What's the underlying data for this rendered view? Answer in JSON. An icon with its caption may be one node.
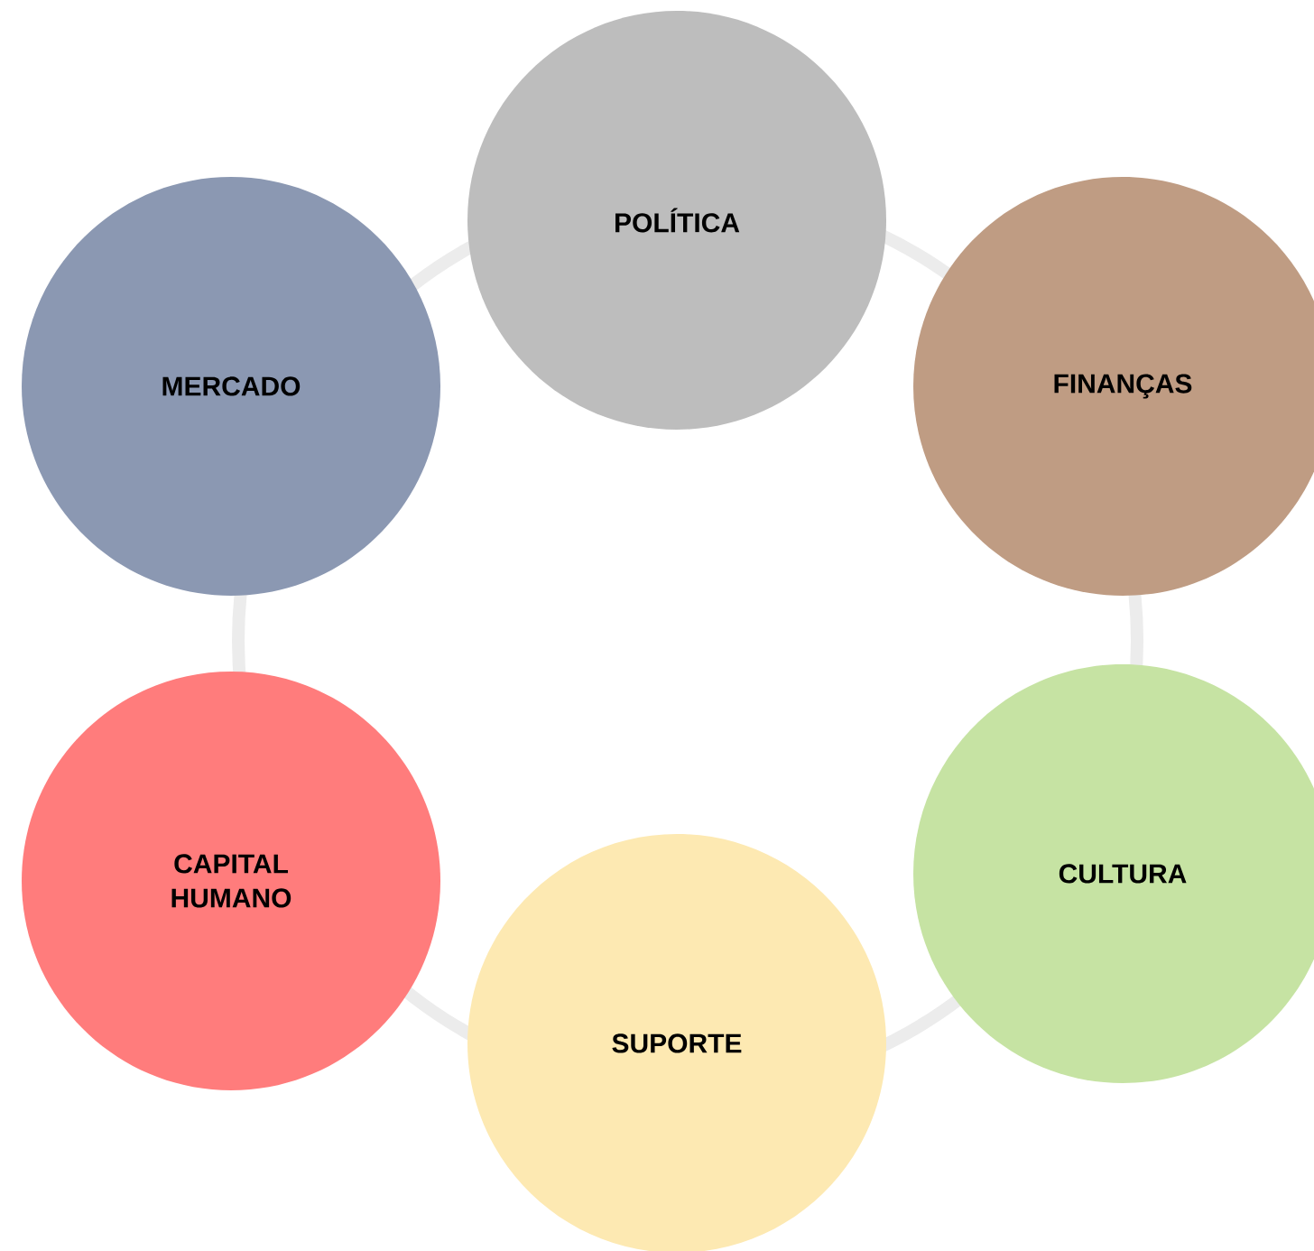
{
  "diagram": {
    "nodes": [
      {
        "text": [
          "POLÍTICA"
        ]
      },
      {
        "text": [
          "FINANÇAS"
        ]
      },
      {
        "text": [
          "CULTURA"
        ]
      },
      {
        "text": [
          "SUPORTE"
        ]
      },
      {
        "text": [
          "CAPITAL HUMANO"
        ]
      },
      {
        "text": [
          "MERCADO"
        ]
      }
    ]
  }
}
